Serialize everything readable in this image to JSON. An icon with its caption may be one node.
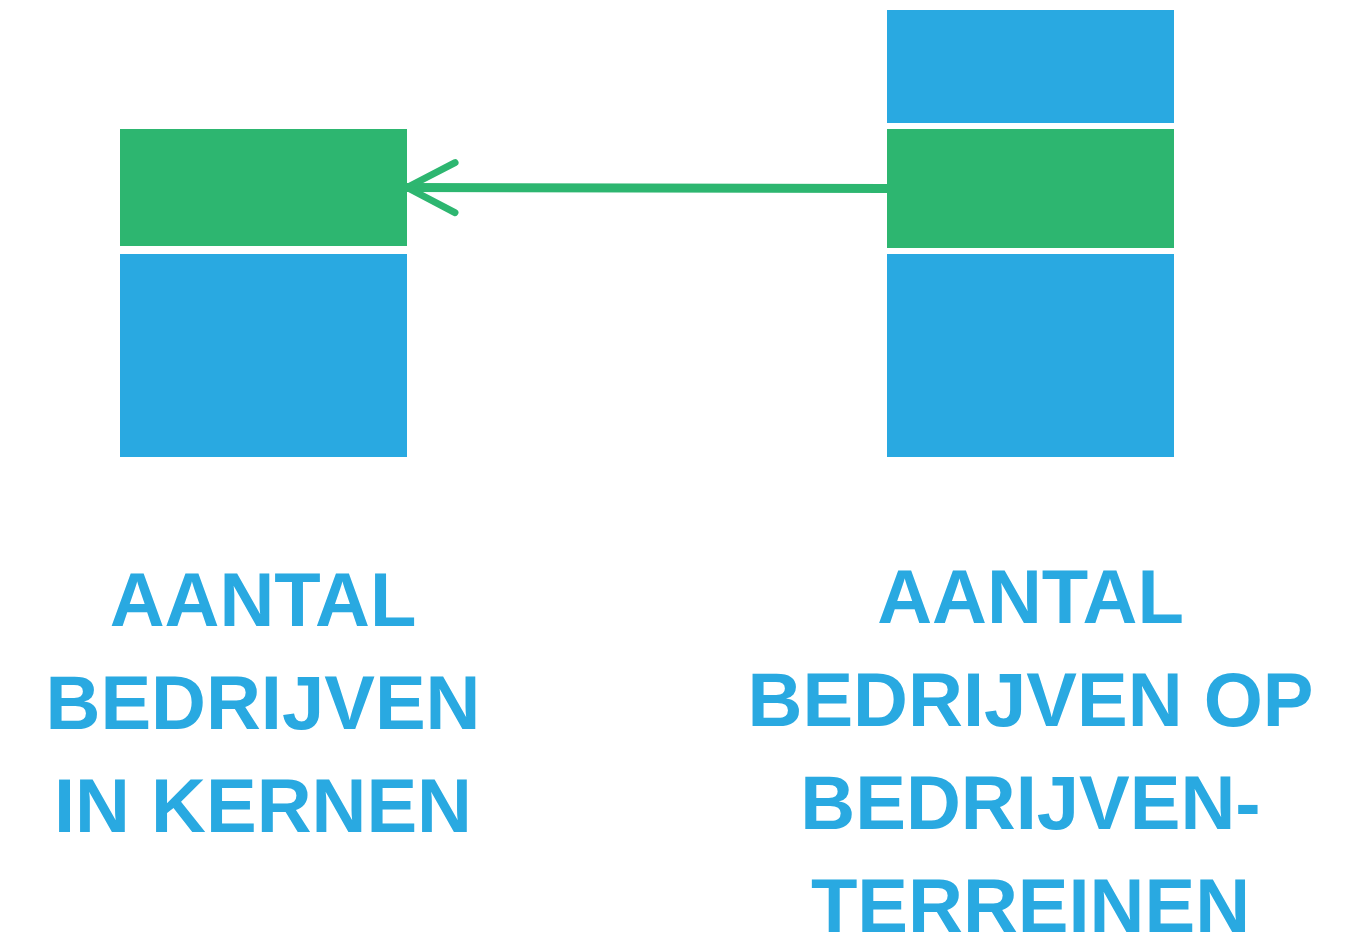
{
  "diagram": {
    "nodes": [
      {
        "text": [],
        "shape": "box"
      },
      {
        "text": [],
        "shape": "box"
      },
      {
        "text": [],
        "shape": "box"
      },
      {
        "text": [],
        "shape": "box"
      },
      {
        "text": [],
        "shape": "box"
      }
    ],
    "edges": [
      {
        "from": 3,
        "to": 0,
        "arrow": "to"
      }
    ],
    "labels": [
      "AANTAL BEDRIJVEN IN KERNEN",
      "AANTAL BEDRIJVEN OP BEDRIJVEN- TERREINEN"
    ]
  }
}
